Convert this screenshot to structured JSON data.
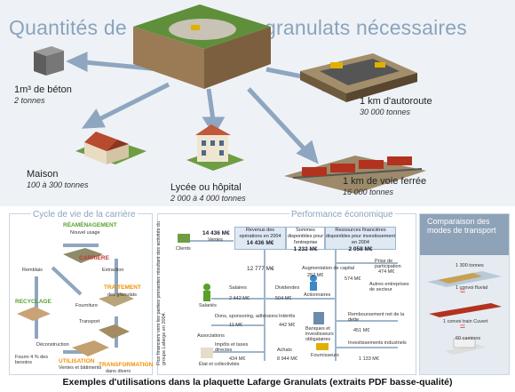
{
  "top": {
    "title_left": "Quantités de",
    "title_right": "granulats nécessaires",
    "items": [
      {
        "label": "1m³ de béton",
        "sub": "2 tonnes"
      },
      {
        "label": "1 km d'autoroute",
        "sub": "30 000 tonnes"
      },
      {
        "label": "Maison",
        "sub": "100 à 300 tonnes"
      },
      {
        "label": "Lycée ou hôpital",
        "sub": "2 000 à 4 000 tonnes"
      },
      {
        "label": "1 km de voie ferrée",
        "sub": "16 000 tonnes"
      }
    ]
  },
  "cycle": {
    "title": "Cycle de vie de la carrière",
    "stages": [
      "RÉAMÉNAGEMENT",
      "CARRIÈRE",
      "TRAITEMENT",
      "TRANSFORMATION",
      "UTILISATION",
      "RECYCLAGE"
    ],
    "stage_subs": [
      "Nouvel usage",
      "",
      "des granulats",
      "dans divers",
      "Ventes et bâtiments",
      ""
    ],
    "arrows": [
      "Remblais",
      "Extraction",
      "Transport",
      "Déconstruction",
      "Fourniture",
      "Fourni 4 % des besoins"
    ]
  },
  "economy": {
    "title": "Performance économique",
    "side_text": "Flux financiers vers les parties prenantes résultant des activités du groupe Lafarge en 2004.",
    "clients_label": "Clients",
    "clients_value": "14 436 M€",
    "clients_sub": "Ventes",
    "box1_title": "Revenus des opérations en 2004",
    "box1_value": "14 436 M€",
    "box2_title": "Sommes disponibles pour l'entreprise",
    "box2_value": "1 232 M€",
    "box3_title": "Ressources financières disponibles pour investissement en 2004",
    "box3_value": "2 058 M€",
    "center_value": "12 777 M€",
    "flows": [
      {
        "label": "Salaires",
        "value": "2 442 M€"
      },
      {
        "label": "Dividendes",
        "value": "504 M€"
      },
      {
        "label": "Dons, sponsoring, adhésions",
        "value": "11 M€"
      },
      {
        "label": "Intérêts",
        "value": "442 M€"
      },
      {
        "label": "Impôts et taxes directes",
        "value": "434 M€"
      },
      {
        "label": "Achats",
        "value": "8 944 M€"
      },
      {
        "label": "Augmentation de capital",
        "value": "252 M€"
      },
      {
        "label": "Autres entreprises de secteur",
        "value": "574 M€"
      },
      {
        "label": "Remboursement net de la dette",
        "value": "451 M€"
      },
      {
        "label": "Investissements industriels",
        "value": "1 133 M€"
      },
      {
        "label": "Prise de participation",
        "value": "474 M€"
      }
    ],
    "actors": [
      "Salariés",
      "Actionnaires",
      "Associations",
      "Banques et investisseurs obligataires",
      "État et collectivités",
      "Fournisseurs"
    ]
  },
  "transport": {
    "title": "Comparaison des modes de transport",
    "items": [
      "1 300 tonnes",
      "1 convoi fluvial",
      "1 convoi train Cuvert",
      "60 camions"
    ]
  },
  "footer": "Exemples d'utilisations dans la plaquette Lafarge Granulats (extraits PDF basse-qualité)",
  "colors": {
    "title": "#8aa3bd",
    "arrow": "#8ea6bf",
    "orange": "#f39200",
    "green": "#5aa02c",
    "panel_bg": "#dfe9f3",
    "transport_bg": "#8ea3b8"
  }
}
